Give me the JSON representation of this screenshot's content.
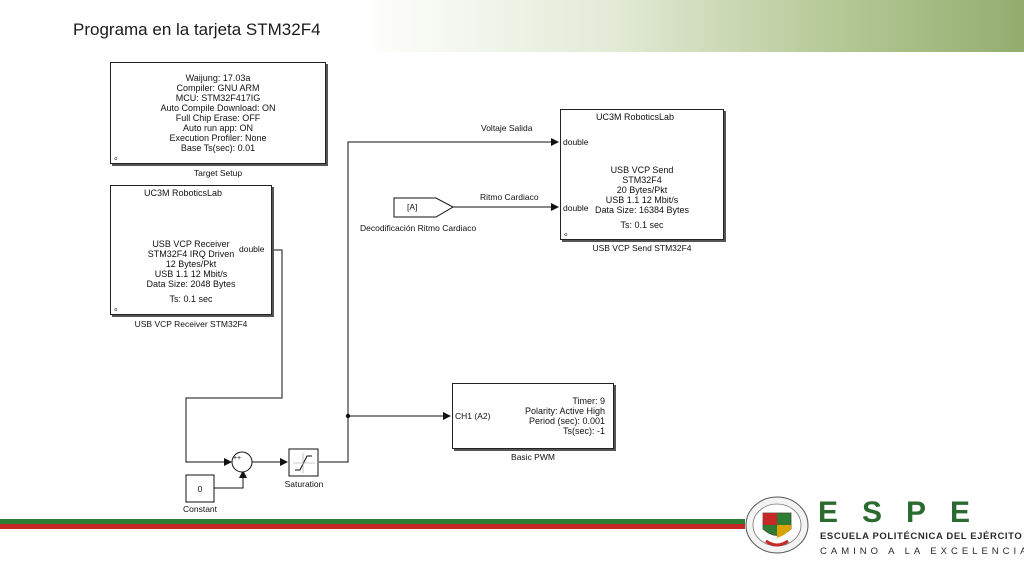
{
  "title": "Programa en la tarjeta STM32F4",
  "target_setup": {
    "lines": [
      "Waijung: 17.03a",
      "Compiler: GNU ARM",
      "MCU: STM32F417IG",
      "Auto Compile Download: ON",
      "Full Chip Erase: OFF",
      "Auto run app: ON",
      "Execution Profiler: None",
      "Base Ts(sec): 0.01"
    ],
    "caption": "Target Setup"
  },
  "receiver": {
    "header": "UC3M RoboticsLab",
    "lines": [
      "USB VCP Receiver",
      "STM32F4 IRQ Driven",
      "12 Bytes/Pkt",
      "USB 1.1 12 Mbit/s",
      "Data Size: 2048 Bytes"
    ],
    "ts": "Ts: 0.1 sec",
    "port_out": "double",
    "caption": "USB VCP Receiver STM32F4"
  },
  "sender": {
    "header": "UC3M RoboticsLab",
    "port_in1": "double",
    "port_in2": "double",
    "lines": [
      "USB VCP Send",
      "STM32F4",
      "20 Bytes/Pkt",
      "USB 1.1 12 Mbit/s",
      "Data Size: 16384 Bytes"
    ],
    "ts": "Ts: 0.1 sec",
    "caption": "USB VCP Send STM32F4"
  },
  "from_tag": {
    "text": "[A]",
    "caption": "Decodificación Ritmo Cardiaco"
  },
  "signals": {
    "voltaje": "Voltaje Salida",
    "ritmo": "Ritmo Cardiaco"
  },
  "pwm": {
    "port": "CH1 (A2)",
    "lines": [
      "Timer: 9",
      "Polarity: Active High",
      "Period (sec): 0.001",
      "Ts(sec): -1"
    ],
    "caption": "Basic PWM"
  },
  "constant": {
    "value": "0",
    "caption": "Constant"
  },
  "sum": {
    "signs": "+ +"
  },
  "saturation": {
    "caption": "Saturation"
  },
  "logo": {
    "word": "ESPE",
    "line1": "ESCUELA POLITÉCNICA DEL EJÉRCITO",
    "line2": "CAMINO A LA EXCELENCIA",
    "colors": {
      "green": "#2c6b2f",
      "red": "#c62828"
    }
  }
}
